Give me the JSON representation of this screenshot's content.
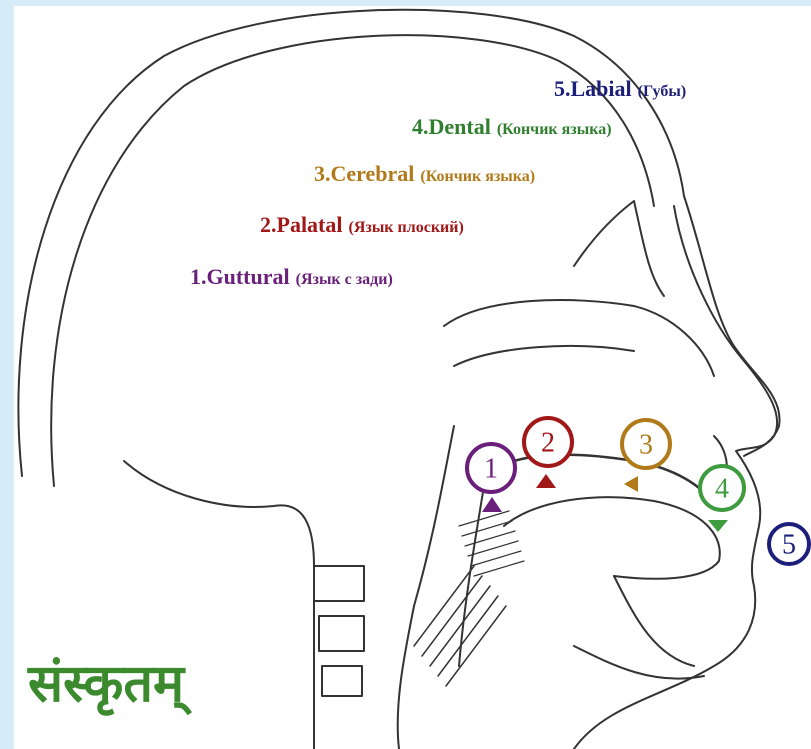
{
  "labels": [
    {
      "id": "labial",
      "num": "5.",
      "name": "Labial",
      "ru": "(Губы)",
      "color": "#1c1f7a"
    },
    {
      "id": "dental",
      "num": "4.",
      "name": "Dental",
      "ru": "(Кончик языка)",
      "color": "#2f7f2f"
    },
    {
      "id": "cerebral",
      "num": "3.",
      "name": "Cerebral",
      "ru": "(Кончик языка)",
      "color": "#b07a1a"
    },
    {
      "id": "palatal",
      "num": "2.",
      "name": "Palatal",
      "ru": "(Язык плоский)",
      "color": "#a01818"
    },
    {
      "id": "guttural",
      "num": "1.",
      "name": "Guttural",
      "ru": "(Язык с зади)",
      "color": "#6a1f7a"
    }
  ],
  "badges": [
    {
      "id": "guttural",
      "text": "1",
      "color": "#6a1f7a"
    },
    {
      "id": "palatal",
      "text": "2",
      "color": "#a01818"
    },
    {
      "id": "cerebral",
      "text": "3",
      "color": "#b07a1a"
    },
    {
      "id": "dental",
      "text": "4",
      "color": "#3e9b3e"
    },
    {
      "id": "labial",
      "text": "5",
      "color": "#1c1f7a"
    }
  ],
  "devanagari": "संस्कृतम्"
}
